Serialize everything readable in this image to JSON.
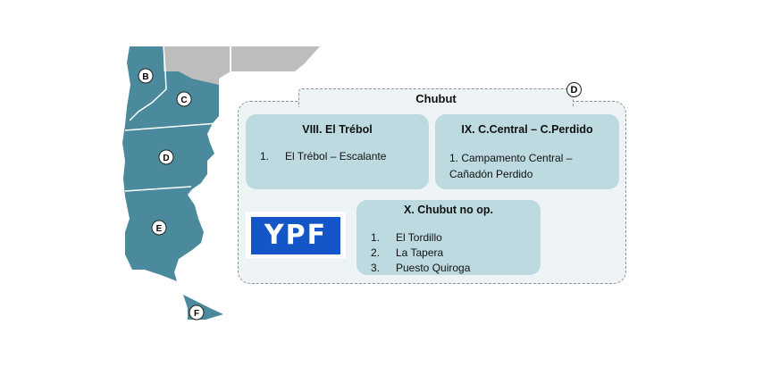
{
  "map": {
    "regions": [
      "B",
      "C",
      "D",
      "E",
      "F"
    ],
    "colors": {
      "region": "#4a8a9c",
      "neighbor": "#bdbdbd"
    }
  },
  "panel": {
    "title": "Chubut",
    "badge": "D",
    "cards": [
      {
        "title": "VIII. El Trébol",
        "items": [
          {
            "n": "1.",
            "t": "El Trébol – Escalante"
          }
        ]
      },
      {
        "title": "IX. C.Central – C.Perdido",
        "line1": "1. Campamento Central –",
        "line2": "Cañadón Perdido"
      },
      {
        "title": "X. Chubut no op.",
        "items": [
          {
            "n": "1.",
            "t": "El Tordillo"
          },
          {
            "n": "2.",
            "t": "La Tapera"
          },
          {
            "n": "3.",
            "t": "Puesto Quiroga"
          }
        ]
      }
    ],
    "logo": "YPF"
  }
}
